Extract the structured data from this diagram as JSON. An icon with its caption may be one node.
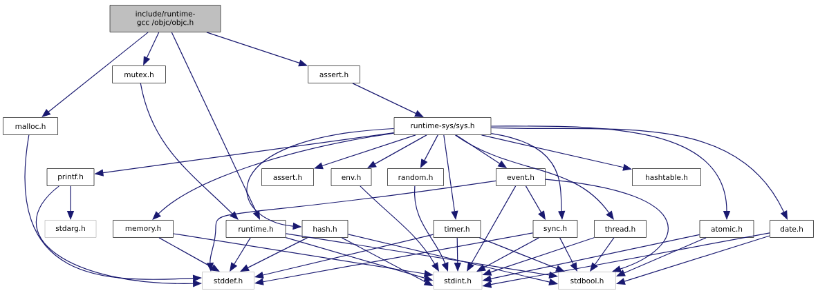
{
  "diagram": {
    "nodes": [
      {
        "text": [
          "include/runtime-gcc /objc/objc.h"
        ]
      },
      {
        "text": [
          "mutex.h"
        ]
      },
      {
        "text": [
          "assert.h"
        ]
      },
      {
        "text": [
          "malloc.h"
        ]
      },
      {
        "text": [
          "runtime-sys/sys.h"
        ]
      },
      {
        "text": [
          "printf.h"
        ]
      },
      {
        "text": [
          "assert.h"
        ]
      },
      {
        "text": [
          "env.h"
        ]
      },
      {
        "text": [
          "random.h"
        ]
      },
      {
        "text": [
          "event.h"
        ]
      },
      {
        "text": [
          "hashtable.h"
        ]
      },
      {
        "text": [
          "stdarg.h"
        ]
      },
      {
        "text": [
          "memory.h"
        ]
      },
      {
        "text": [
          "runtime.h"
        ]
      },
      {
        "text": [
          "hash.h"
        ]
      },
      {
        "text": [
          "timer.h"
        ]
      },
      {
        "text": [
          "sync.h"
        ]
      },
      {
        "text": [
          "thread.h"
        ]
      },
      {
        "text": [
          "atomic.h"
        ]
      },
      {
        "text": [
          "date.h"
        ]
      },
      {
        "text": [
          "stddef.h"
        ]
      },
      {
        "text": [
          "stdint.h"
        ]
      },
      {
        "text": [
          "stdbool.h"
        ]
      }
    ],
    "edges": [
      {
        "from": 0,
        "to": 3,
        "arrow": "to"
      },
      {
        "from": 0,
        "to": 1,
        "arrow": "to"
      },
      {
        "from": 0,
        "to": 13,
        "arrow": "to"
      },
      {
        "from": 0,
        "to": 2,
        "arrow": "to"
      },
      {
        "from": 1,
        "to": 13,
        "arrow": "to"
      },
      {
        "from": 2,
        "to": 4,
        "arrow": "to"
      },
      {
        "from": 3,
        "to": 20,
        "arrow": "to"
      },
      {
        "from": 4,
        "to": 5,
        "arrow": "to"
      },
      {
        "from": 4,
        "to": 6,
        "arrow": "to"
      },
      {
        "from": 4,
        "to": 7,
        "arrow": "to"
      },
      {
        "from": 4,
        "to": 8,
        "arrow": "to"
      },
      {
        "from": 4,
        "to": 9,
        "arrow": "to"
      },
      {
        "from": 4,
        "to": 10,
        "arrow": "to"
      },
      {
        "from": 4,
        "to": 12,
        "arrow": "to"
      },
      {
        "from": 4,
        "to": 14,
        "arrow": "to"
      },
      {
        "from": 4,
        "to": 15,
        "arrow": "to"
      },
      {
        "from": 4,
        "to": 16,
        "arrow": "to"
      },
      {
        "from": 4,
        "to": 17,
        "arrow": "to"
      },
      {
        "from": 4,
        "to": 18,
        "arrow": "to"
      },
      {
        "from": 4,
        "to": 19,
        "arrow": "to"
      },
      {
        "from": 5,
        "to": 11,
        "arrow": "to"
      },
      {
        "from": 5,
        "to": 20,
        "arrow": "to"
      },
      {
        "from": 7,
        "to": 21,
        "arrow": "to"
      },
      {
        "from": 8,
        "to": 21,
        "arrow": "to"
      },
      {
        "from": 9,
        "to": 20,
        "arrow": "to"
      },
      {
        "from": 9,
        "to": 21,
        "arrow": "to"
      },
      {
        "from": 9,
        "to": 16,
        "arrow": "to"
      },
      {
        "from": 9,
        "to": 22,
        "arrow": "to"
      },
      {
        "from": 12,
        "to": 20,
        "arrow": "to"
      },
      {
        "from": 12,
        "to": 21,
        "arrow": "to"
      },
      {
        "from": 13,
        "to": 20,
        "arrow": "to"
      },
      {
        "from": 13,
        "to": 21,
        "arrow": "to"
      },
      {
        "from": 13,
        "to": 22,
        "arrow": "to"
      },
      {
        "from": 14,
        "to": 20,
        "arrow": "to"
      },
      {
        "from": 14,
        "to": 21,
        "arrow": "to"
      },
      {
        "from": 14,
        "to": 22,
        "arrow": "to"
      },
      {
        "from": 15,
        "to": 20,
        "arrow": "to"
      },
      {
        "from": 15,
        "to": 21,
        "arrow": "to"
      },
      {
        "from": 15,
        "to": 22,
        "arrow": "to"
      },
      {
        "from": 16,
        "to": 20,
        "arrow": "to"
      },
      {
        "from": 16,
        "to": 21,
        "arrow": "to"
      },
      {
        "from": 16,
        "to": 22,
        "arrow": "to"
      },
      {
        "from": 17,
        "to": 21,
        "arrow": "to"
      },
      {
        "from": 17,
        "to": 22,
        "arrow": "to"
      },
      {
        "from": 18,
        "to": 21,
        "arrow": "to"
      },
      {
        "from": 18,
        "to": 22,
        "arrow": "to"
      },
      {
        "from": 19,
        "to": 21,
        "arrow": "to"
      },
      {
        "from": 19,
        "to": 22,
        "arrow": "to"
      }
    ]
  }
}
